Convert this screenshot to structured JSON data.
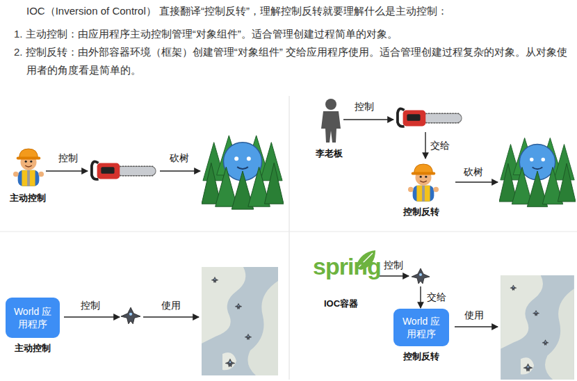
{
  "diagram": {
    "title": "IOC（Inversion of Control） 直接翻译“控制反转”，理解控制反转就要理解什么是主动控制：",
    "nodes": [
      {
        "text": [
          "World 应用程序",
          "主动控制"
        ]
      },
      {
        "text": [
          "World 应用程序",
          "控制反转"
        ]
      }
    ],
    "labels": [
      "1. 主动控制：由应用程序主动控制管理“对象组件”。适合管理创建过程简单的对象。",
      "2. 控制反转：由外部容器环境（框架）创建管理“对象组件” 交给应用程序使用。适合管理创建过程复杂的对象。从对象使用者的角度看是简单的。",
      "控制",
      "砍树",
      "主动控制",
      "控制",
      "李老板",
      "交给",
      "砍树",
      "控制反转",
      "控制",
      "使用",
      "spring",
      "控制",
      "IOC容器",
      "交给",
      "使用"
    ]
  }
}
